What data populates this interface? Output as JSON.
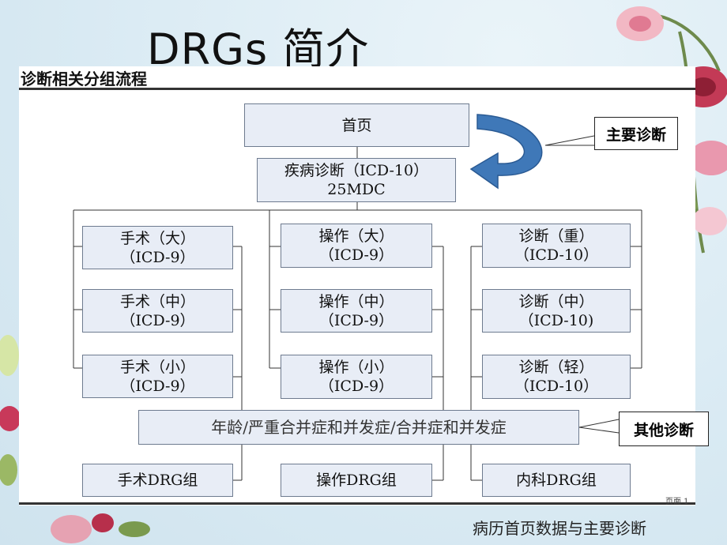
{
  "title": "DRGs 简介",
  "subtitle": "诊断相关分组流程",
  "nodes": {
    "front_page": "首页",
    "disease_dx_line1": "疾病诊断（ICD-10）",
    "disease_dx_line2": "25MDC",
    "surgery": [
      {
        "l1": "手术（大）",
        "l2": "（ICD-9）"
      },
      {
        "l1": "手术（中）",
        "l2": "（ICD-9）"
      },
      {
        "l1": "手术（小）",
        "l2": "（ICD-9）"
      }
    ],
    "operation": [
      {
        "l1": "操作（大）",
        "l2": "（ICD-9）"
      },
      {
        "l1": "操作（中）",
        "l2": "（ICD-9）"
      },
      {
        "l1": "操作（小）",
        "l2": "（ICD-9）"
      }
    ],
    "diagnosis": [
      {
        "l1": "诊断（重）",
        "l2": "（ICD-10）"
      },
      {
        "l1": "诊断（中）",
        "l2": "（ICD-10)"
      },
      {
        "l1": "诊断（轻）",
        "l2": "（ICD-10）"
      }
    ],
    "factors": "年龄/严重合并症和并发症/合并症和并发症",
    "groups": [
      "手术DRG组",
      "操作DRG组",
      "内科DRG组"
    ]
  },
  "callouts": {
    "main_dx": "主要诊断",
    "other_dx": "其他诊断"
  },
  "page_label": "页面 1",
  "footer_text": "病历首页数据与主要诊断",
  "colors": {
    "box_fill": "#e8edf6",
    "arrow": "#3f78b8"
  }
}
